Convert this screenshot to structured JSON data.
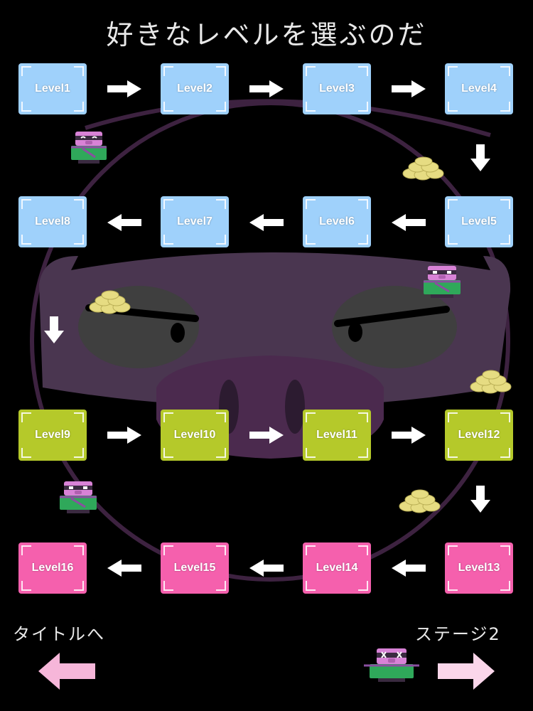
{
  "title": "好きなレベルを選ぶのだ",
  "colors": {
    "background": "#000000",
    "face": "#4b2a4e",
    "mask": "#4a3650",
    "lens": "#3f3f3f",
    "tile_blue": "#9fd1fb",
    "tile_green": "#b5c92a",
    "tile_pink": "#f560ad",
    "nav_arrow": "#f6b6d9",
    "nav_arrow_right": "#fbd6ea",
    "coin": "#e6dc82"
  },
  "levels": [
    {
      "label": "Level1",
      "color": "blue"
    },
    {
      "label": "Level2",
      "color": "blue"
    },
    {
      "label": "Level3",
      "color": "blue"
    },
    {
      "label": "Level4",
      "color": "blue"
    },
    {
      "label": "Level5",
      "color": "blue"
    },
    {
      "label": "Level6",
      "color": "blue"
    },
    {
      "label": "Level7",
      "color": "blue"
    },
    {
      "label": "Level8",
      "color": "blue"
    },
    {
      "label": "Level9",
      "color": "green"
    },
    {
      "label": "Level10",
      "color": "green"
    },
    {
      "label": "Level11",
      "color": "green"
    },
    {
      "label": "Level12",
      "color": "green"
    },
    {
      "label": "Level13",
      "color": "pink"
    },
    {
      "label": "Level14",
      "color": "pink"
    },
    {
      "label": "Level15",
      "color": "pink"
    },
    {
      "label": "Level16",
      "color": "pink"
    }
  ],
  "nav": {
    "back_label": "タイトルへ",
    "next_label": "ステージ2"
  },
  "icons": {
    "path_arrow": "white-arrow-icon",
    "back": "left-arrow-icon",
    "next": "right-arrow-icon",
    "coins": "coin-stack-icon",
    "ninja_pig": "ninja-pig-icon"
  }
}
